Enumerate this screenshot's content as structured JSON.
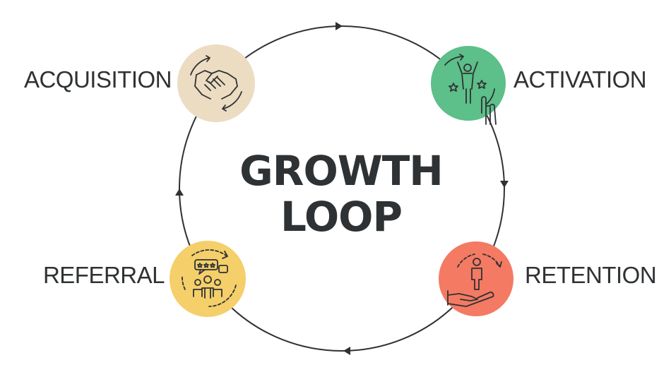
{
  "title": {
    "line1": "GROWTH",
    "line2": "LOOP"
  },
  "stages": [
    {
      "label": "ACQUISITION",
      "color": "#ecdcc2",
      "icon": "handshake-icon"
    },
    {
      "label": "ACTIVATION",
      "color": "#5dbf89",
      "icon": "celebrating-person-click-icon"
    },
    {
      "label": "RETENTION",
      "color": "#f47a63",
      "icon": "person-on-hand-icon"
    },
    {
      "label": "REFERRAL",
      "color": "#f4cf6a",
      "icon": "group-review-icon"
    }
  ],
  "colors": {
    "text": "#2f3234",
    "loop_line": "#2f3234"
  }
}
